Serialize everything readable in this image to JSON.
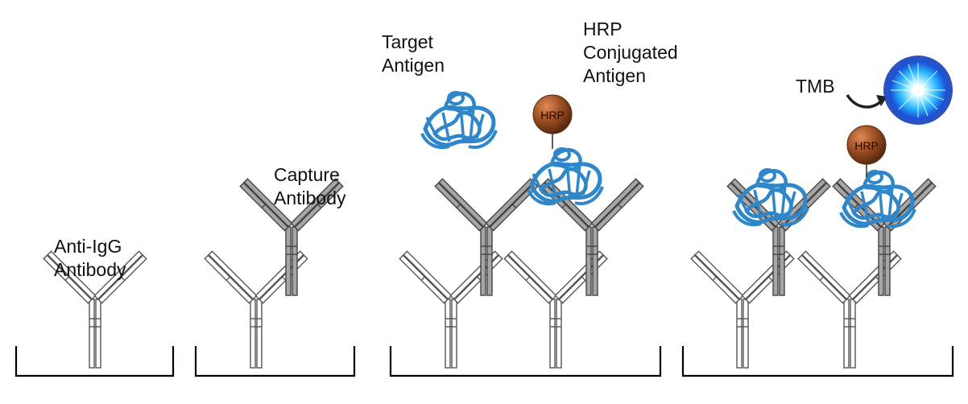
{
  "labels": {
    "anti_igg": "Anti-IgG\nAntibody",
    "capture": "Capture\nAntibody",
    "target": "Target\nAntigen",
    "hrp_conjugated": "HRP\nConjugated\nAntigen",
    "tmb": "TMB"
  },
  "hrp_text": "HRP",
  "colors": {
    "anti_igg_fill": "#ffffff",
    "anti_igg_stroke": "#555555",
    "capture_fill": "#a6a6a6",
    "capture_stroke": "#444444",
    "antigen": "#2f86c8",
    "hrp_bead": "#9a4e22",
    "tmb_glow": "#28b6ff"
  },
  "icons": [
    "antigen-icon",
    "hrp-bead-icon",
    "tmb-signal-icon",
    "arrow-icon"
  ]
}
